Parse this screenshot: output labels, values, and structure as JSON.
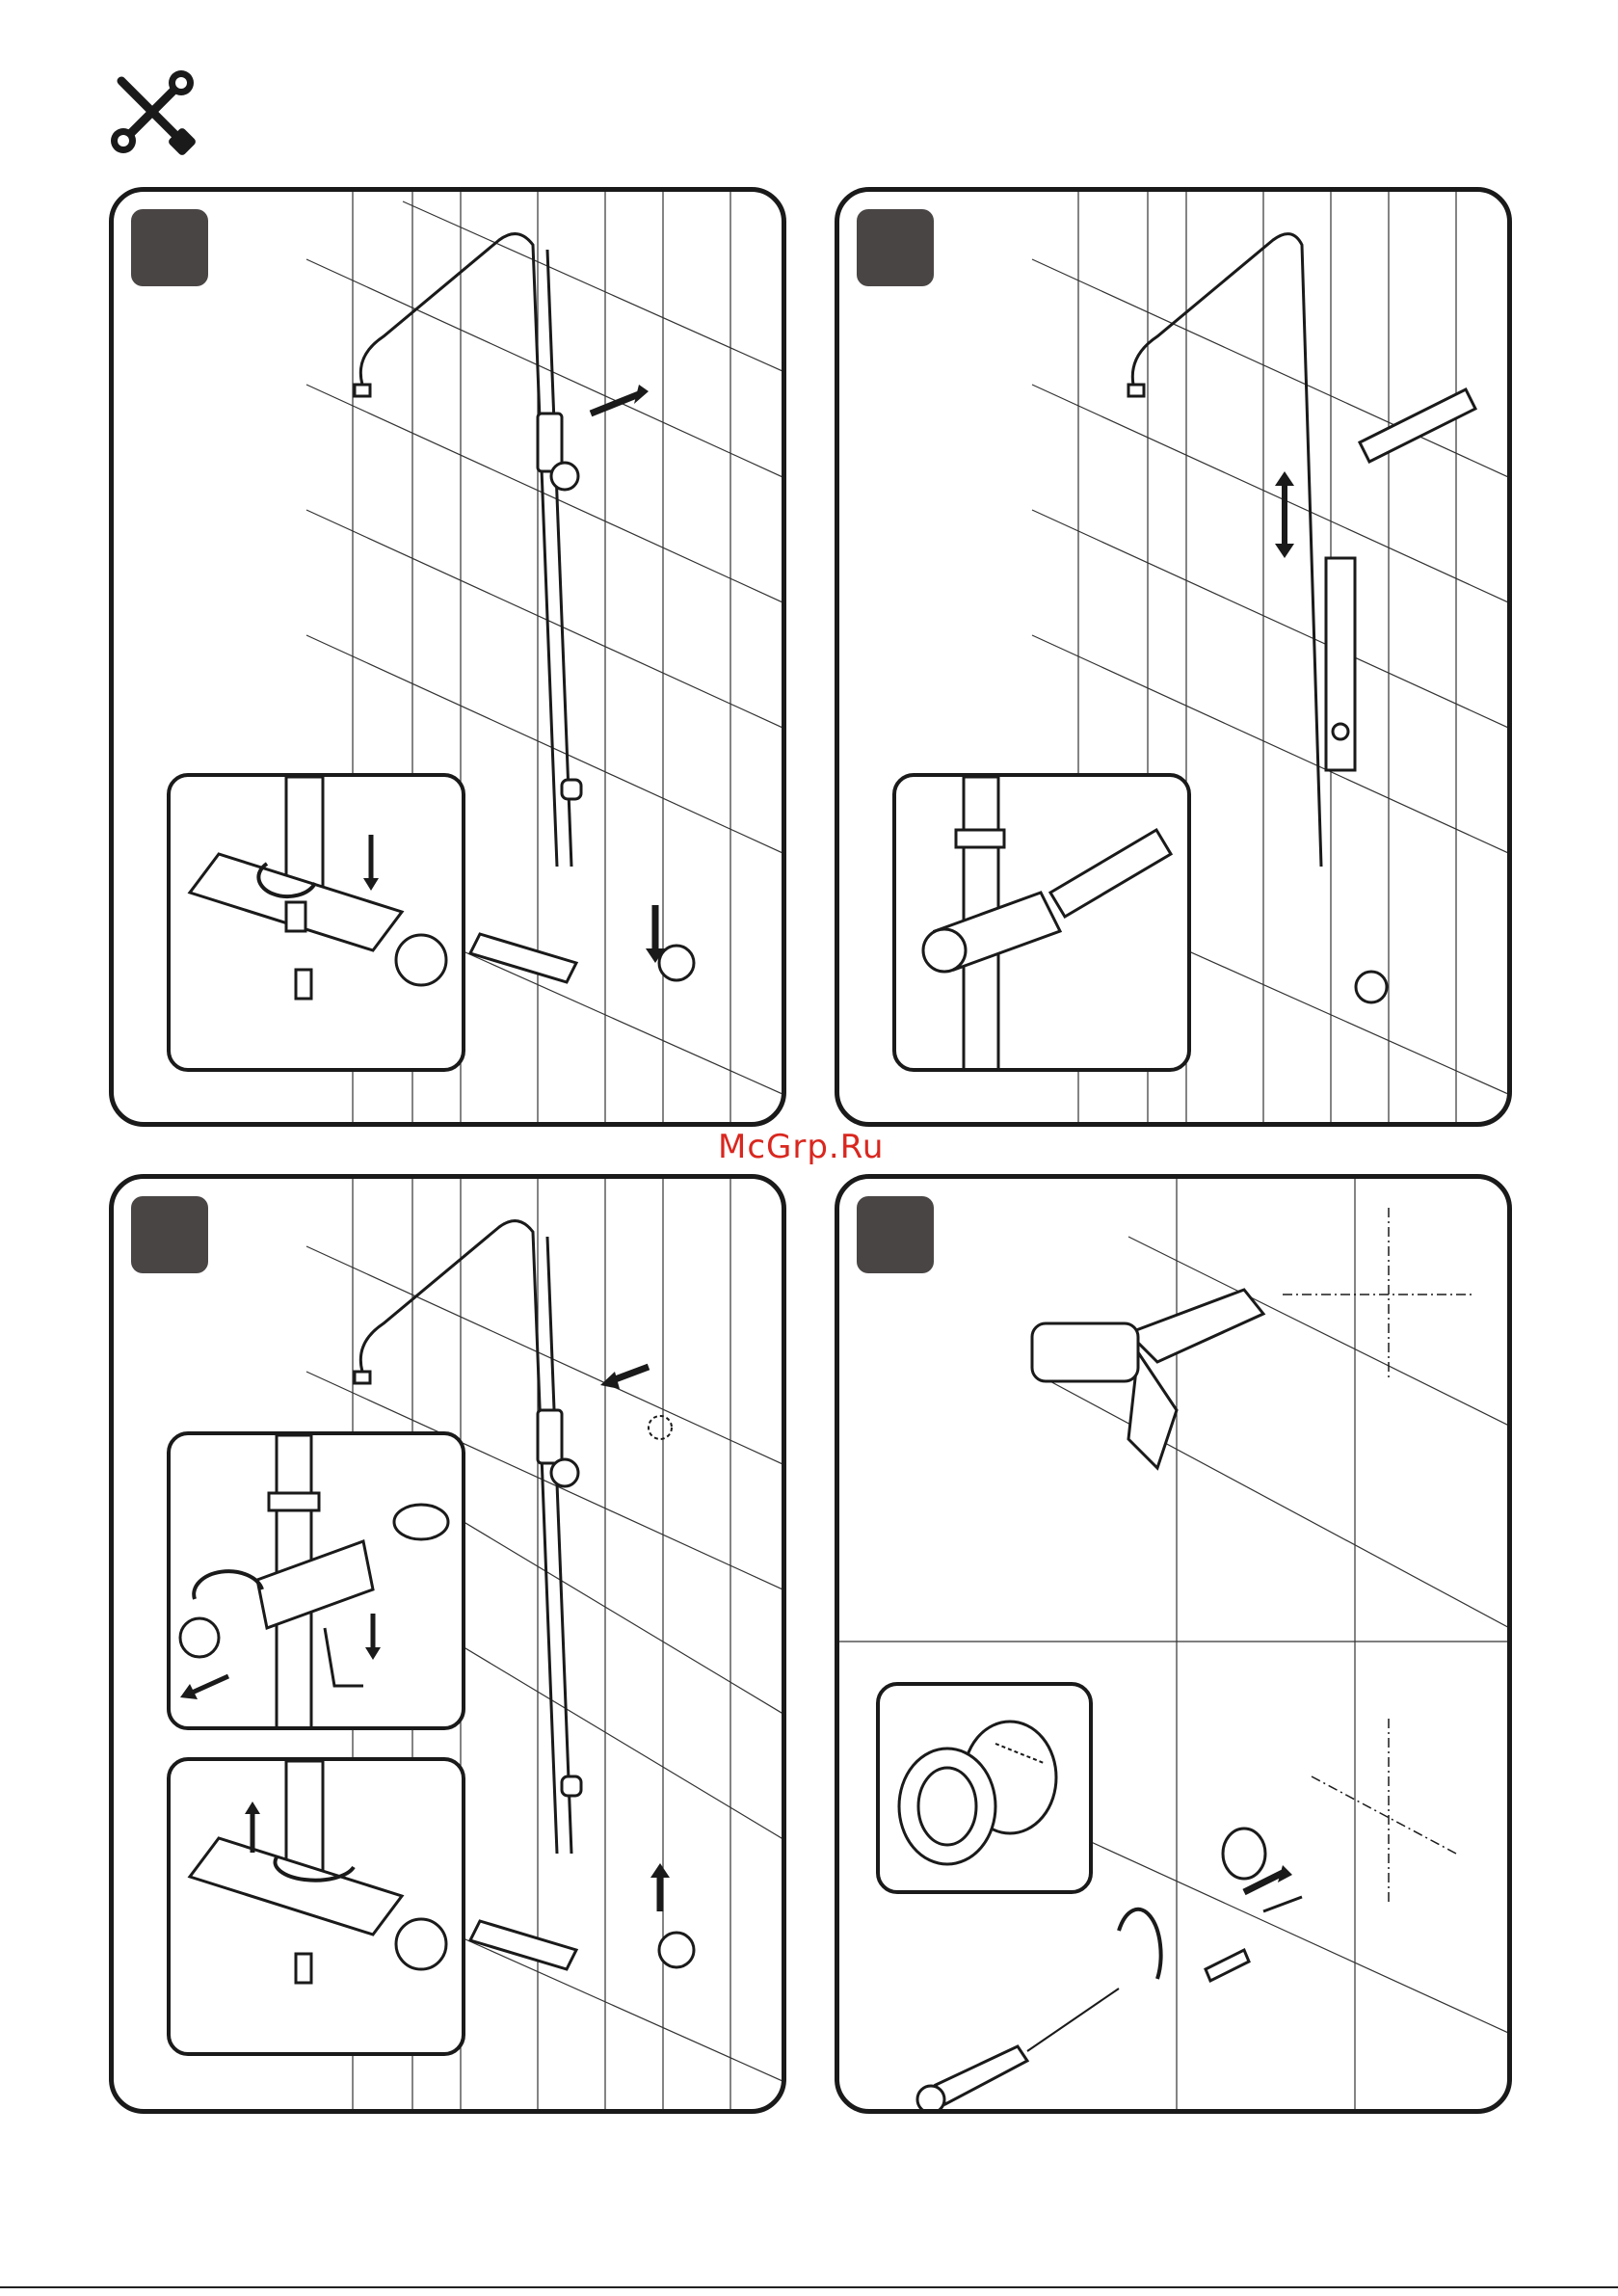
{
  "watermark": {
    "text": "McGrp.Ru"
  },
  "header": {
    "icon": "tools-icon"
  },
  "panels": [
    {
      "id": "step-1",
      "badge": "",
      "insets": 1
    },
    {
      "id": "step-2",
      "badge": "",
      "insets": 1
    },
    {
      "id": "step-3",
      "badge": "",
      "insets": 2
    },
    {
      "id": "step-4",
      "badge": "",
      "insets": 1
    }
  ],
  "colors": {
    "line": "#1a1a1a",
    "grid": "#333333",
    "badge": "#4a4545",
    "watermark": "#d9271f"
  }
}
